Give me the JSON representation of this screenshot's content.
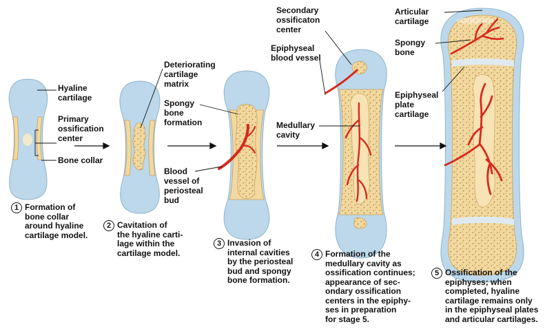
{
  "diagram": {
    "labels": {
      "hyaline_cartilage": "Hyaline\ncartilage",
      "primary_ossification_center": "Primary\nossification\ncenter",
      "bone_collar": "Bone collar",
      "deteriorating_cartilage_matrix": "Deteriorating\ncartilage\nmatrix",
      "spongy_bone_formation": "Spongy\nbone\nformation",
      "blood_vessel_periosteal_bud": "Blood\nvessel of\nperiosteal\nbud",
      "secondary_ossification_center": "Secondary\nossificaton\ncenter",
      "epiphyseal_blood_vessel": "Epiphyseal\nblood vessel",
      "medullary_cavity": "Medullary\ncavity",
      "articular_cartilage": "Articular\ncartilage",
      "spongy_bone": "Spongy\nbone",
      "epiphyseal_plate_cartilage": "Epiphyseal\nplate\ncartilage"
    },
    "stages": [
      {
        "number": "1",
        "caption": "Formation of\nbone collar\naround hyaline\ncartilage model."
      },
      {
        "number": "2",
        "caption": "Cavitation of\nthe hyaline carti-\nlage within the\ncartilage model."
      },
      {
        "number": "3",
        "caption": "Invasion of\ninternal cavities\nby the periosteal\nbud and spongy\nbone formation."
      },
      {
        "number": "4",
        "caption": "Formation of the\nmedullary cavity as\nossification continues;\nappearance of sec-\nondary ossification\ncenters in the epiphy-\nses in preparation\nfor stage 5."
      },
      {
        "number": "5",
        "caption": "Ossification of the\nepiphyses; when\ncompleted, hyaline\ncartilage remains only\nin the epiphyseal plates\nand articular cartilages."
      }
    ],
    "colors": {
      "cartilage": "#bcd8ea",
      "cartilage_edge": "#8fb4cc",
      "bone": "#f2d9a0",
      "bone_edge": "#c8a15e",
      "spongy": "#e8c889",
      "vessel": "#d8281c",
      "plate": "#dfeaf0"
    }
  }
}
